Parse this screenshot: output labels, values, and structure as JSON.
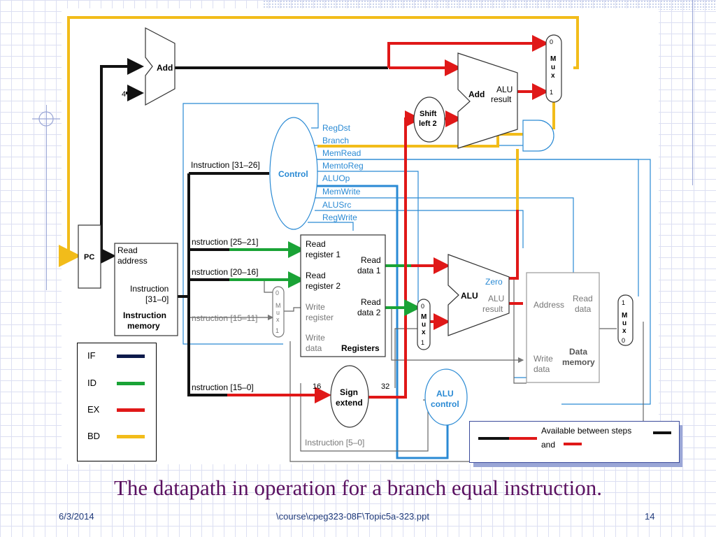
{
  "colors": {
    "IF": "#0d1a4a",
    "ID": "#1aa336",
    "EX": "#e01818",
    "BD": "#f2bc1a",
    "control": "#2a8ad4",
    "wire": "#555555",
    "caption": "#5a1060"
  },
  "components": {
    "pc": "PC",
    "imem_read": "Read",
    "imem_address": "address",
    "imem_instruction": "Instruction",
    "imem_bits": "[31–0]",
    "imem_title1": "Instruction",
    "imem_title2": "memory",
    "add_top": "Add",
    "four": "4",
    "add_branch": "Add",
    "alu_result_a": "ALU",
    "alu_result_b": "result",
    "shift_a": "Shift",
    "shift_b": "left 2",
    "control": "Control",
    "mux_0": "0",
    "mux_1": "1",
    "mux_m": "M",
    "mux_u": "u",
    "mux_x": "x",
    "reg_read1_a": "Read",
    "reg_read1_b": "register 1",
    "reg_read2_a": "Read",
    "reg_read2_b": "register 2",
    "reg_write_a": "Write",
    "reg_write_b": "register",
    "reg_wdata_a": "Write",
    "reg_wdata_b": "data",
    "reg_rdata1_a": "Read",
    "reg_rdata1_b": "data 1",
    "reg_rdata2_a": "Read",
    "reg_rdata2_b": "data 2",
    "registers": "Registers",
    "alu": "ALU",
    "zero": "Zero",
    "alu_alu": "ALU",
    "alu_result": "result",
    "dmem_address": "Address",
    "dmem_read_a": "Read",
    "dmem_read_b": "data",
    "dmem_write_a": "Write",
    "dmem_write_b": "data",
    "dmem_title1": "Data",
    "dmem_title2": "memory",
    "sign_a": "Sign",
    "sign_b": "extend",
    "bits16": "16",
    "bits32": "32",
    "aluctl_a": "ALU",
    "aluctl_b": "control"
  },
  "instruction_fields": {
    "i31_26": "Instruction [31–26]",
    "i25_21": "nstruction [25–21]",
    "i20_16": "nstruction [20–16]",
    "i15_11": "nstruction [15–11]",
    "i15_0": "nstruction [15–0]",
    "i5_0": "Instruction [5–0]"
  },
  "control_signals": [
    "RegDst",
    "Branch",
    "MemRead",
    "MemtoReg",
    "ALUOp",
    "MemWrite",
    "ALUSrc",
    "RegWrite"
  ],
  "legend": [
    {
      "label": "IF",
      "color": "#0d1a4a"
    },
    {
      "label": "ID",
      "color": "#1aa336"
    },
    {
      "label": "EX",
      "color": "#e01818"
    },
    {
      "label": "BD",
      "color": "#f2bc1a"
    }
  ],
  "note": {
    "line1": "Available between steps",
    "line2": "and"
  },
  "caption": "The datapath in operation for a branch equal instruction.",
  "footer": {
    "date": "6/3/2014",
    "path": "\\course\\cpeg323-08F\\Topic5a-323.ppt",
    "page": "14"
  }
}
